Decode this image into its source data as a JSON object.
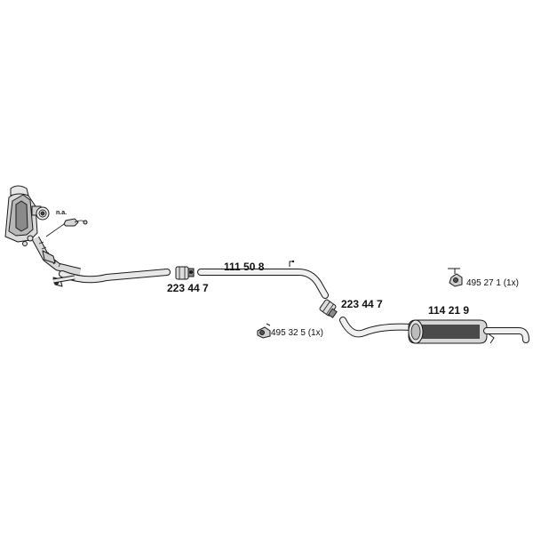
{
  "colors": {
    "line": "#1a1a1a",
    "fill_light": "#e6e6e6",
    "fill_mid": "#b8b8b8",
    "fill_dark": "#444444"
  },
  "parts": {
    "catalyst_note": "n.a.",
    "clamp_front": "223 44 7",
    "front_pipe": "111 50 8",
    "clamp_rear": "223 44 7",
    "rubber_mount_1": "495 32 5 (1x)",
    "rear_silencer": "114 21 9",
    "rubber_mount_2": "495 27 1 (1x)"
  }
}
